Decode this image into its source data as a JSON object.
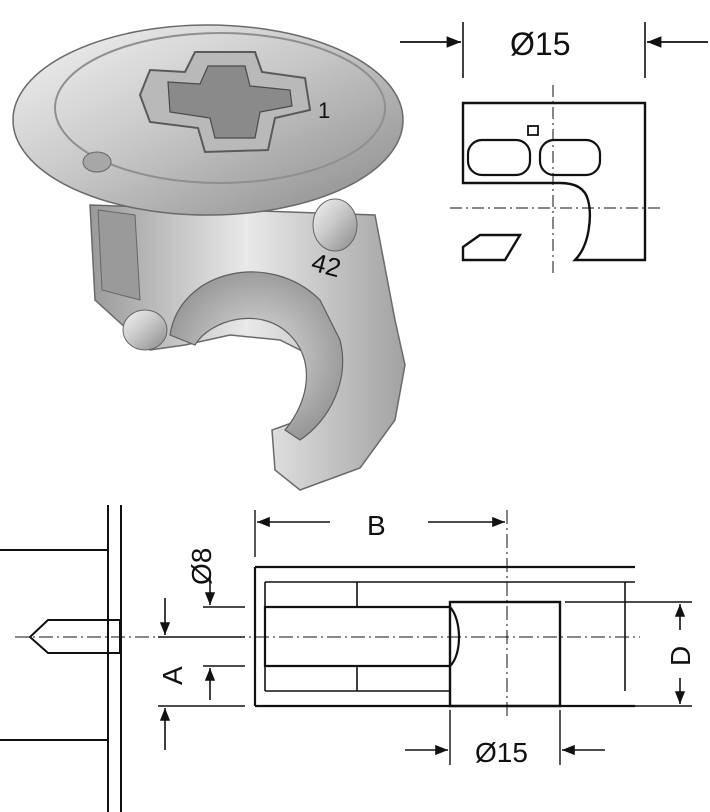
{
  "product_photo": {
    "stamp_number": "42",
    "stamp_mark": "1"
  },
  "top_view": {
    "dimension_label": "Ø15"
  },
  "section_view": {
    "dim_b": "B",
    "dim_bore": "Ø8",
    "dim_a": "A",
    "dim_d": "D",
    "dim_diameter": "Ø15"
  },
  "colors": {
    "line": "#111111",
    "metal_light": "#e6e6e6",
    "metal_dark": "#7c7c7c"
  }
}
